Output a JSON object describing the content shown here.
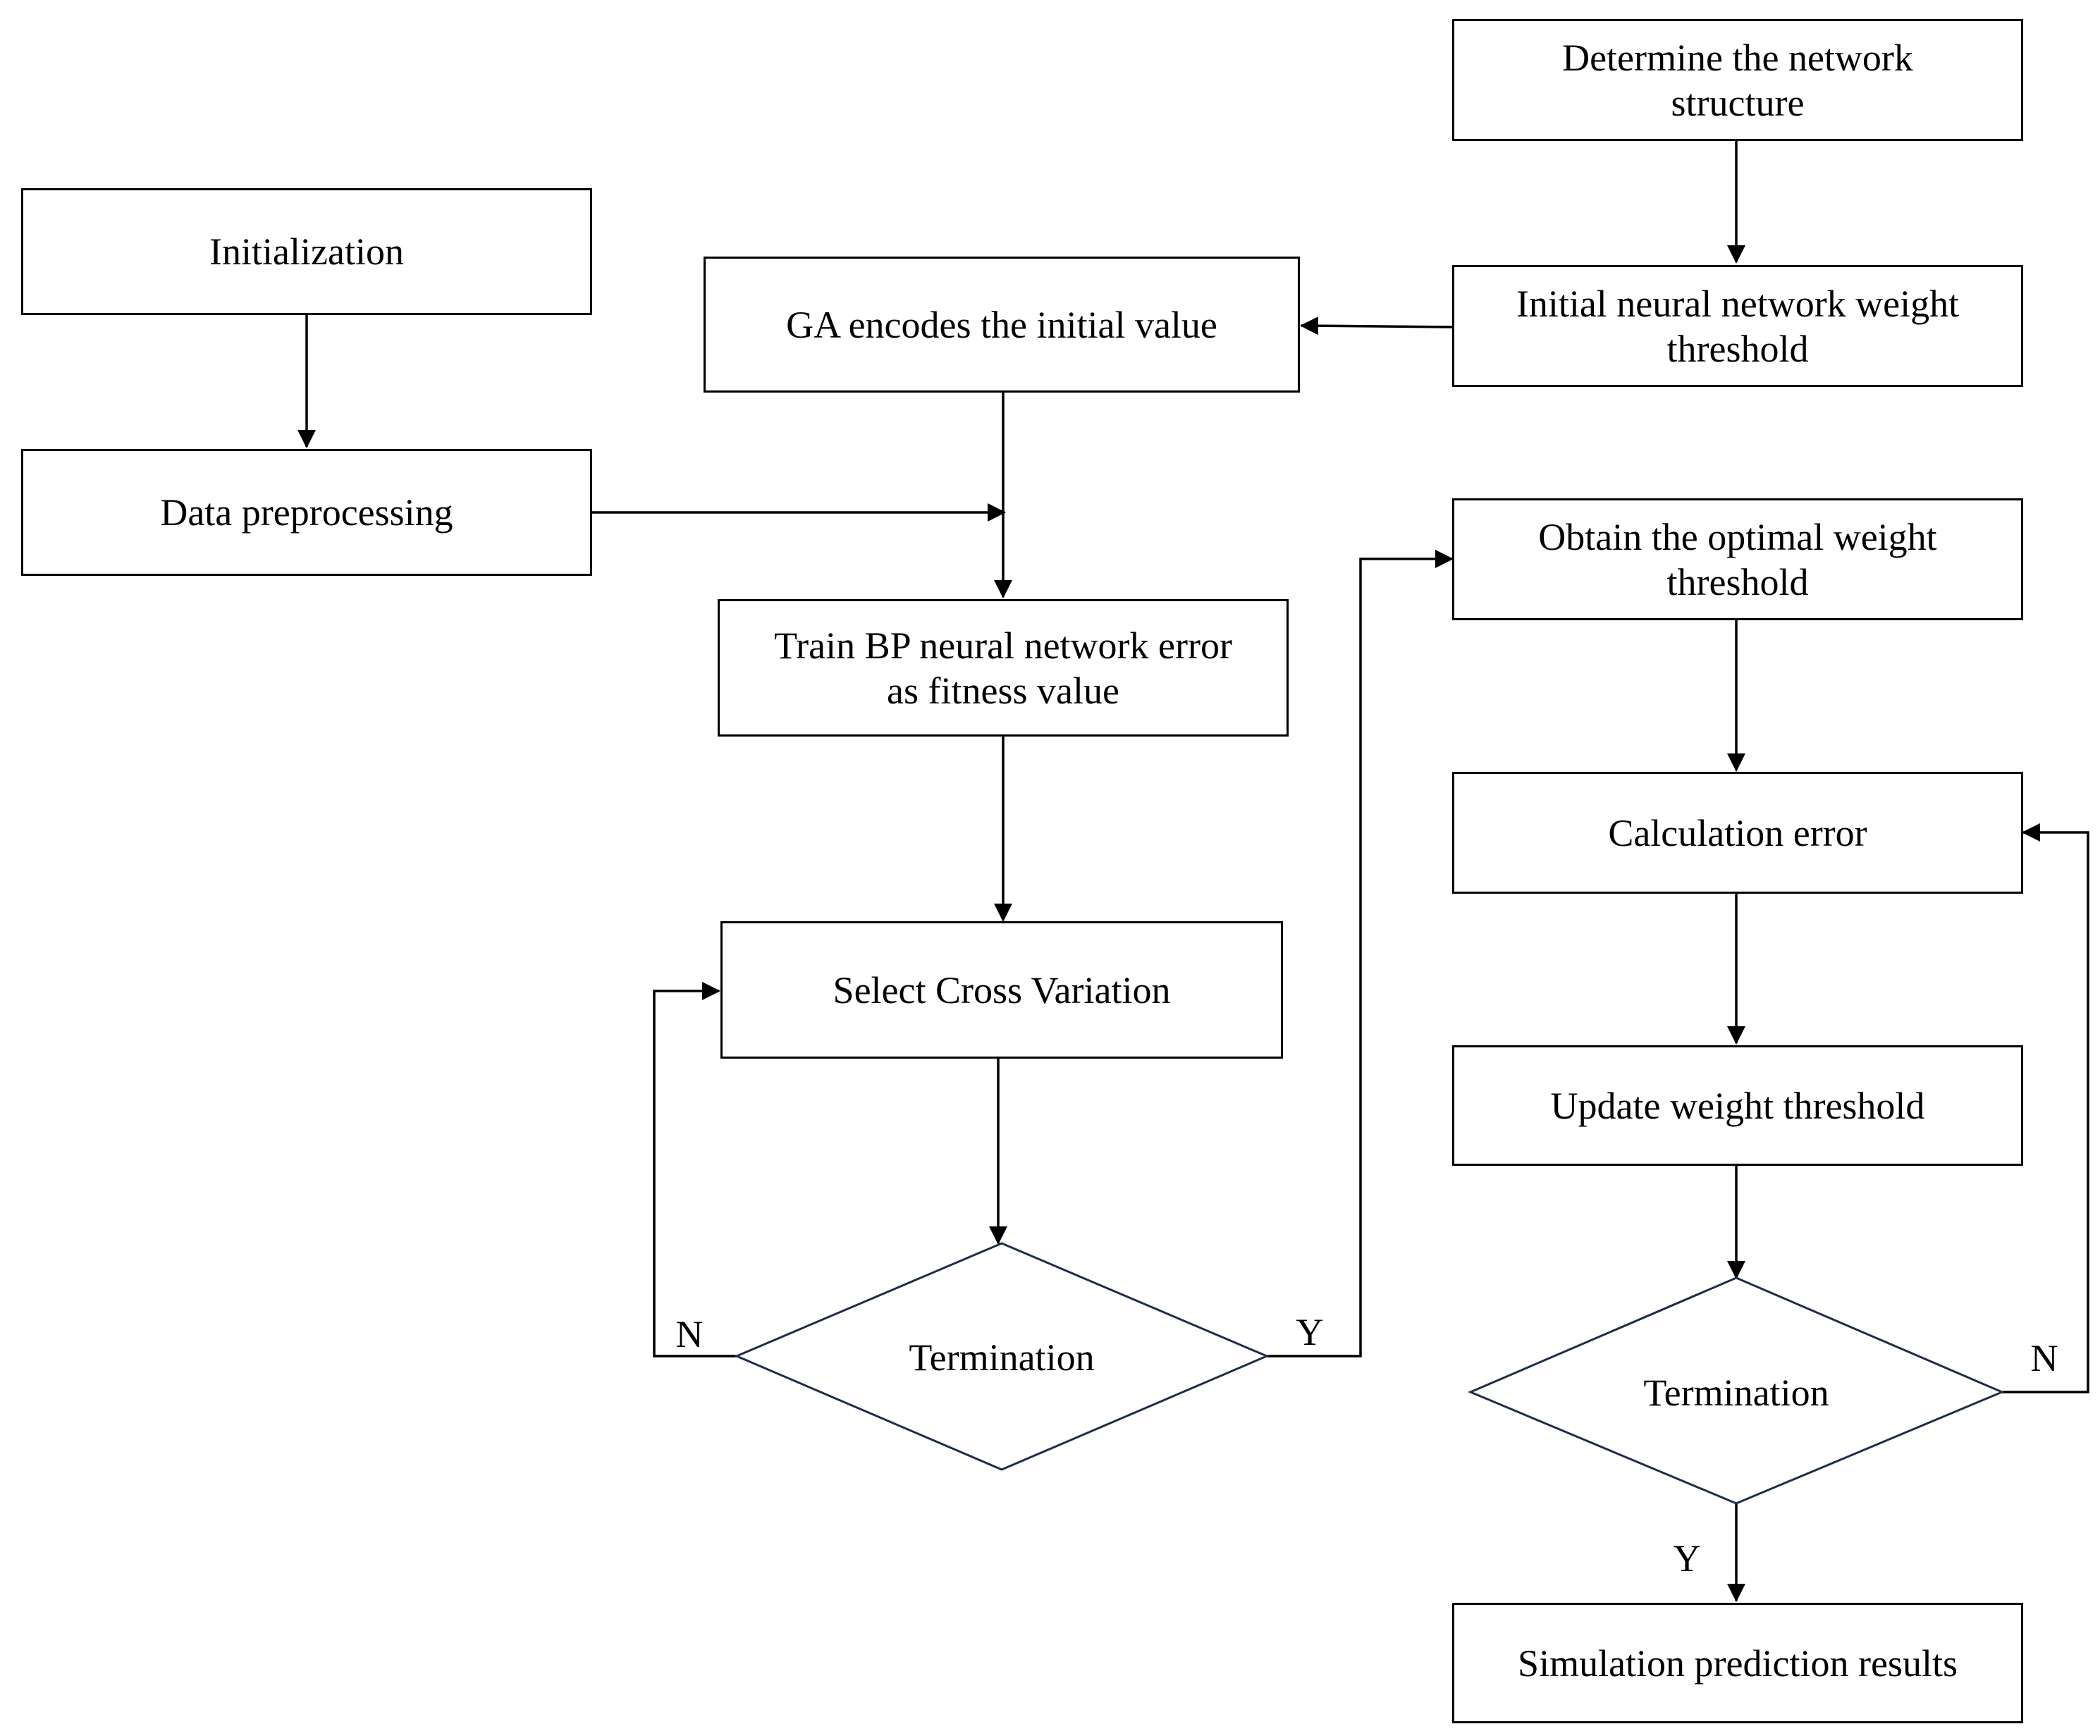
{
  "nodes": {
    "initialization": "Initialization",
    "data_preprocessing": "Data preprocessing",
    "ga_encodes": "GA encodes the initial value",
    "train_bp": "Train BP neural network error\nas fitness value",
    "select_cross": "Select Cross Variation",
    "termination_left": "Termination",
    "determine_structure": "Determine the network\nstructure",
    "initial_weight": "Initial neural network weight\nthreshold",
    "obtain_optimal": "Obtain the optimal weight\nthreshold",
    "calculation_error": "Calculation error",
    "update_weight": "Update weight threshold",
    "termination_right": "Termination",
    "simulation_results": "Simulation prediction results"
  },
  "labels": {
    "left_no": "N",
    "left_yes": "Y",
    "right_no": "N",
    "right_yes": "Y"
  },
  "colors": {
    "box_border": "#000000",
    "diamond_border": "#1f2d4a",
    "arrow": "#000000"
  }
}
